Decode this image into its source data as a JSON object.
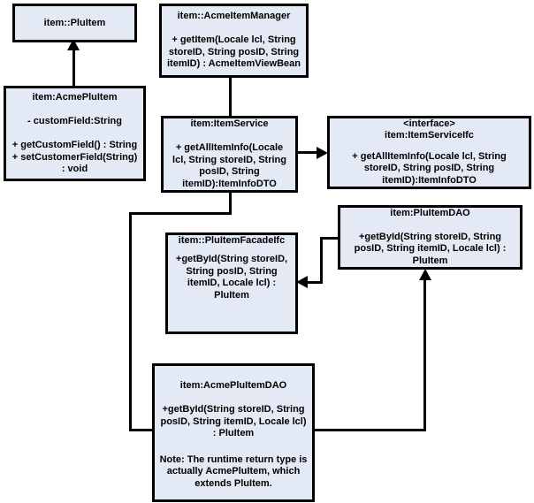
{
  "diagram": {
    "type": "uml-class-diagram",
    "background_color": "#ffffff",
    "box_fill_color": "#e3eaf6",
    "box_border_color": "#000000",
    "text_color": "#000000"
  },
  "classes": {
    "plu_item": {
      "name": "item::PluItem",
      "members": ""
    },
    "acme_item_manager": {
      "name": "item::AcmeItemManager",
      "members": "+ getItem(Locale lcl, String storeID, String posID, String itemID) : AcmeItemViewBean"
    },
    "acme_plu_item": {
      "name": "item:AcmePluItem",
      "attributes": "- customField:String",
      "members": "+ getCustomField() : String\n+ setCustomerField(String) : void"
    },
    "item_service": {
      "name": "item:ItemService",
      "members": "+ getAllItemInfo(Locale lcl, String storeID, String posID, String itemID):ItemInfoDTO"
    },
    "item_service_ifc": {
      "stereotype": "<interface>",
      "name": "item:ItemServiceIfc",
      "members": "+ getAllItemInfo(Locale lcl, String storeID, String posID, String itemID):ItemInfoDTO"
    },
    "plu_item_dao": {
      "name": "item:PluItemDAO",
      "members": "+getById(String storeID, String posID, String itemID, Locale lcl) : PluItem"
    },
    "plu_item_facade_ifc": {
      "name": "item::PluItemFacadeIfc",
      "members": "+getById(String storeID, String posID, String itemID, Locale lcl) : PluItem"
    },
    "acme_plu_item_dao": {
      "name": "item:AcmePluItemDAO",
      "members": "+getById(String storeID, String posID, String itemID, Locale lcl) : PluItem",
      "note": "Note: The runtime return type is actually AcmePluItem, which extends PluItem."
    }
  },
  "connectors": [
    {
      "name": "acme-plu-item-inherits-plu-item",
      "from": "acme_plu_item",
      "to": "plu_item",
      "style": "generalization-arrow-up"
    },
    {
      "name": "acme-item-manager-to-item-service",
      "from": "acme_item_manager",
      "to": "item_service",
      "style": "plain-line"
    },
    {
      "name": "item-service-to-item-service-ifc",
      "from": "item_service",
      "to": "item_service_ifc",
      "style": "arrow-right"
    },
    {
      "name": "item-service-to-acme-plu-item-dao",
      "from": "item_service",
      "to": "acme_plu_item_dao",
      "style": "elbow-line"
    },
    {
      "name": "plu-item-dao-to-plu-item-facade-ifc",
      "from": "plu_item_dao",
      "to": "plu_item_facade_ifc",
      "style": "elbow-arrow-left"
    },
    {
      "name": "acme-plu-item-dao-to-plu-item-dao",
      "from": "acme_plu_item_dao",
      "to": "plu_item_dao",
      "style": "elbow-arrow-up"
    }
  ]
}
